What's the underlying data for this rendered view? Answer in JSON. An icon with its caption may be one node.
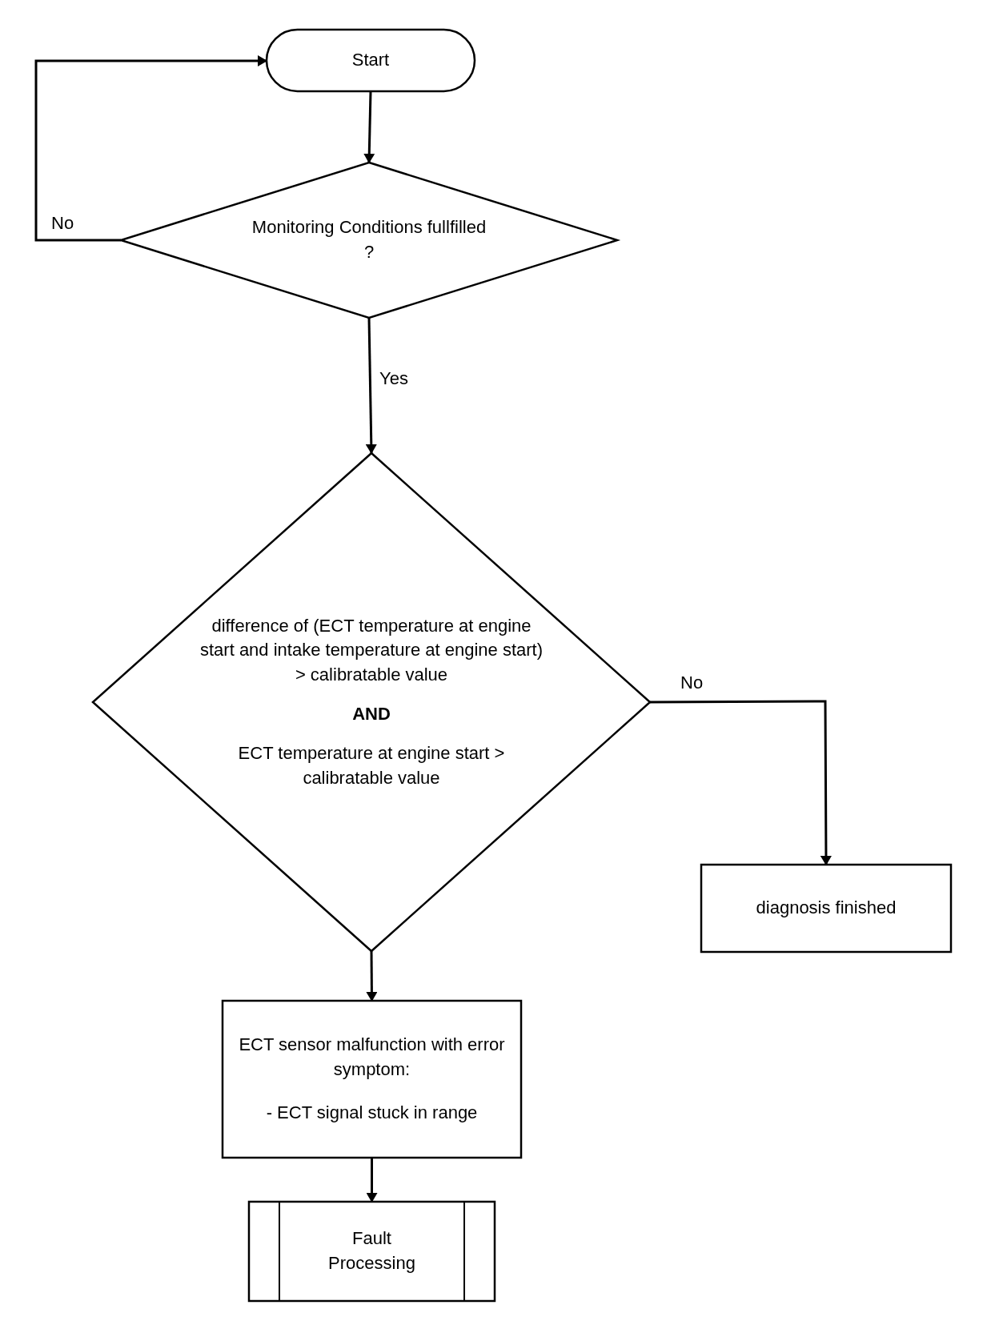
{
  "diagram": {
    "nodes": [
      {
        "text": [
          "Start"
        ]
      },
      {
        "text": [
          "Monitoring Conditions fullfilled ?"
        ]
      },
      {
        "text": [
          "difference of (ECT temperature at engine start and intake temperature at engine start) > calibratable value",
          "AND",
          "ECT temperature at engine start > calibratable value"
        ]
      },
      {
        "text": [
          "diagnosis finished"
        ]
      },
      {
        "text": [
          "ECT sensor malfunction with error symptom:",
          "- ECT signal stuck in range"
        ]
      },
      {
        "text": [
          "Fault Processing"
        ]
      }
    ],
    "edges": [
      {
        "from": 0,
        "to": 1,
        "arrow": "to"
      },
      {
        "from": 1,
        "to": 0,
        "arrow": "to",
        "label": "No"
      },
      {
        "from": 1,
        "to": 2,
        "arrow": "to",
        "label": "Yes"
      },
      {
        "from": 2,
        "to": 3,
        "arrow": "to",
        "label": "No"
      },
      {
        "from": 2,
        "to": 4,
        "arrow": "to"
      },
      {
        "from": 4,
        "to": 5,
        "arrow": "to"
      }
    ]
  }
}
